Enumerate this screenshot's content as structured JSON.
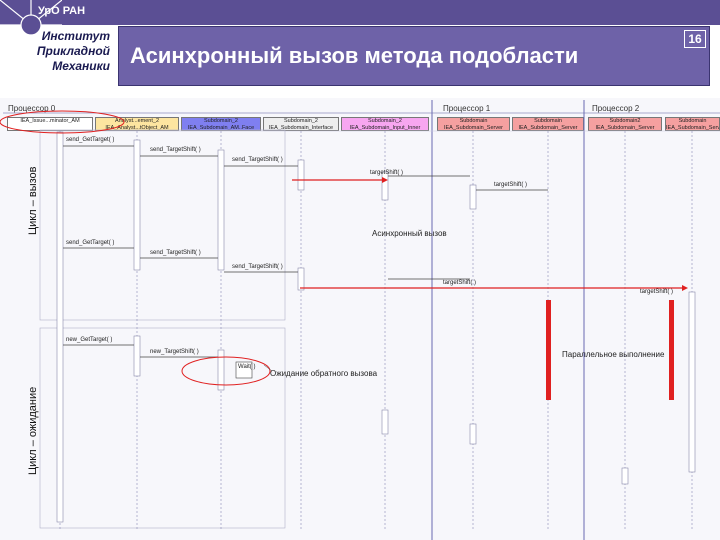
{
  "header": {
    "org": "УрО РАН",
    "institute_lines": [
      "Институт",
      "Прикладной",
      "Механики"
    ],
    "title": "Асинхронный вызов метода подобласти",
    "page_number": "16"
  },
  "processors": [
    "Процессор 0",
    "Процессор 1",
    "Процессор 2"
  ],
  "lifelines": [
    {
      "line1": "",
      "line2": "IEA_Issue...minator_AM"
    },
    {
      "line1": "Analyst...ement_2",
      "line2": "IEA_Analyst...tObject_AM"
    },
    {
      "line1": "Subdomain_2",
      "line2": "IEA_Subdomain_AM..Face"
    },
    {
      "line1": "Subdomain_2",
      "line2": "IEA_Subdomain_Interface"
    },
    {
      "line1": "Subdomain_2",
      "line2": "IEA_Subdomain_Input_Inner"
    },
    {
      "line1": "Subdomain",
      "line2": "IEA_Subdomain_Server"
    },
    {
      "line1": "Subdomain",
      "line2": "IEA_Subdomain_Server"
    },
    {
      "line1": "Subdomain2",
      "line2": "IEA_Subdomain_Server"
    },
    {
      "line1": "Subdomain",
      "line2": "IEA_Subdomain_Server"
    }
  ],
  "vertical_labels": {
    "call_loop": "Цикл – вызов",
    "wait_loop": "Цикл – ожидание"
  },
  "messages": [
    "send_GetTarget( )",
    "send_TargetShift( )",
    "send_TargetShift( )",
    "targetShift( )",
    "targetShift( )",
    "send_GetTarget( )",
    "send_TargetShift( )",
    "send_TargetShift( )",
    "targetShift( )",
    "targetShift( )",
    "new_GetTarget( )",
    "new_TargetShift( )",
    "Wait( )"
  ],
  "annotations": {
    "async_call": "Асинхронный вызов",
    "parallel": "Параллельное выполнение",
    "callback_wait": "Ожидание обратного вызова"
  },
  "colors": {
    "header_band": "#5b4f94",
    "title_box": "#6e62a8",
    "annotation_red": "#e02020"
  }
}
